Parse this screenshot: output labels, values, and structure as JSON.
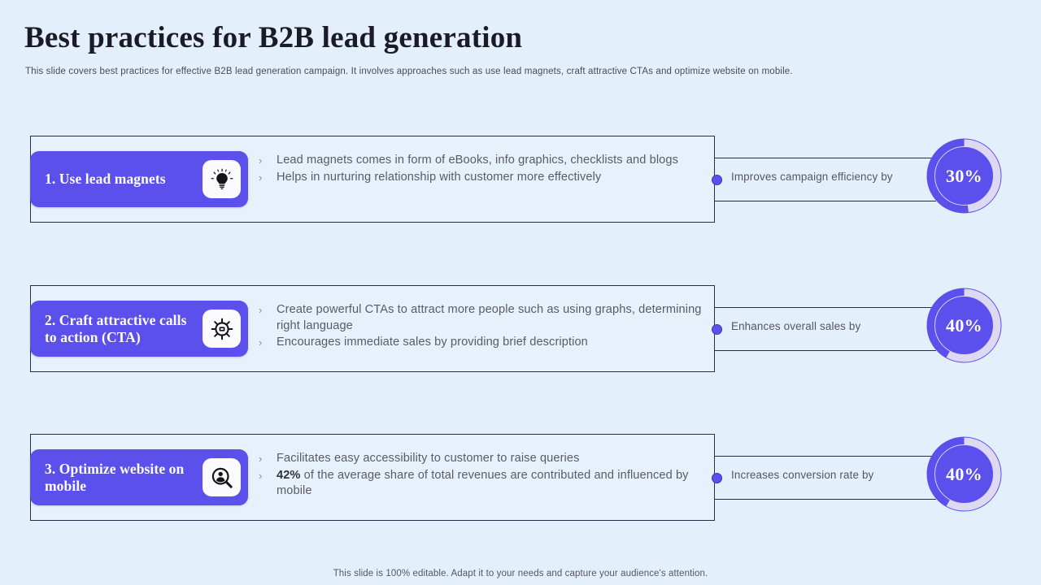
{
  "slide": {
    "title": "Best practices for B2B lead generation",
    "subtitle": "This slide covers best practices for effective B2B lead generation campaign. It involves approaches such as use lead magnets, craft attractive CTAs and optimize website on mobile.",
    "footer": "This slide is 100% editable. Adapt it to your needs and capture your audience's attention."
  },
  "colors": {
    "background": "#e3f0fb",
    "accent_purple": "#5b50ec",
    "ring_track": "#ded9f2",
    "border_navy": "#27304a",
    "body_text": "#5b5b66"
  },
  "bullet_marker": "›",
  "practices": [
    {
      "title": "1. Use lead magnets",
      "icon": "lightbulb-icon",
      "bullets": [
        {
          "text": "Lead magnets comes in form of eBooks, info graphics, checklists and blogs",
          "bold_prefix": ""
        },
        {
          "text": "Helps in nurturing relationship with customer more effectively",
          "bold_prefix": ""
        }
      ],
      "metric_label": "Improves campaign efficiency by",
      "metric_value": "30%",
      "metric_percent": 30
    },
    {
      "title": "2. Craft attractive calls to action (CTA)",
      "icon": "click-target-icon",
      "bullets": [
        {
          "text": "Create powerful CTAs to attract more people such as using graphs, determining right language",
          "bold_prefix": ""
        },
        {
          "text": "Encourages immediate sales by providing brief description",
          "bold_prefix": ""
        }
      ],
      "metric_label": "Enhances overall sales by",
      "metric_value": "40%",
      "metric_percent": 40
    },
    {
      "title": "3. Optimize website on mobile",
      "icon": "user-search-icon",
      "bullets": [
        {
          "text": "Facilitates easy accessibility to customer to raise queries",
          "bold_prefix": ""
        },
        {
          "text": " of the average share of total revenues are contributed and influenced by mobile",
          "bold_prefix": "42%"
        }
      ],
      "metric_label": "Increases conversion rate by",
      "metric_value": "40%",
      "metric_percent": 40
    }
  ]
}
